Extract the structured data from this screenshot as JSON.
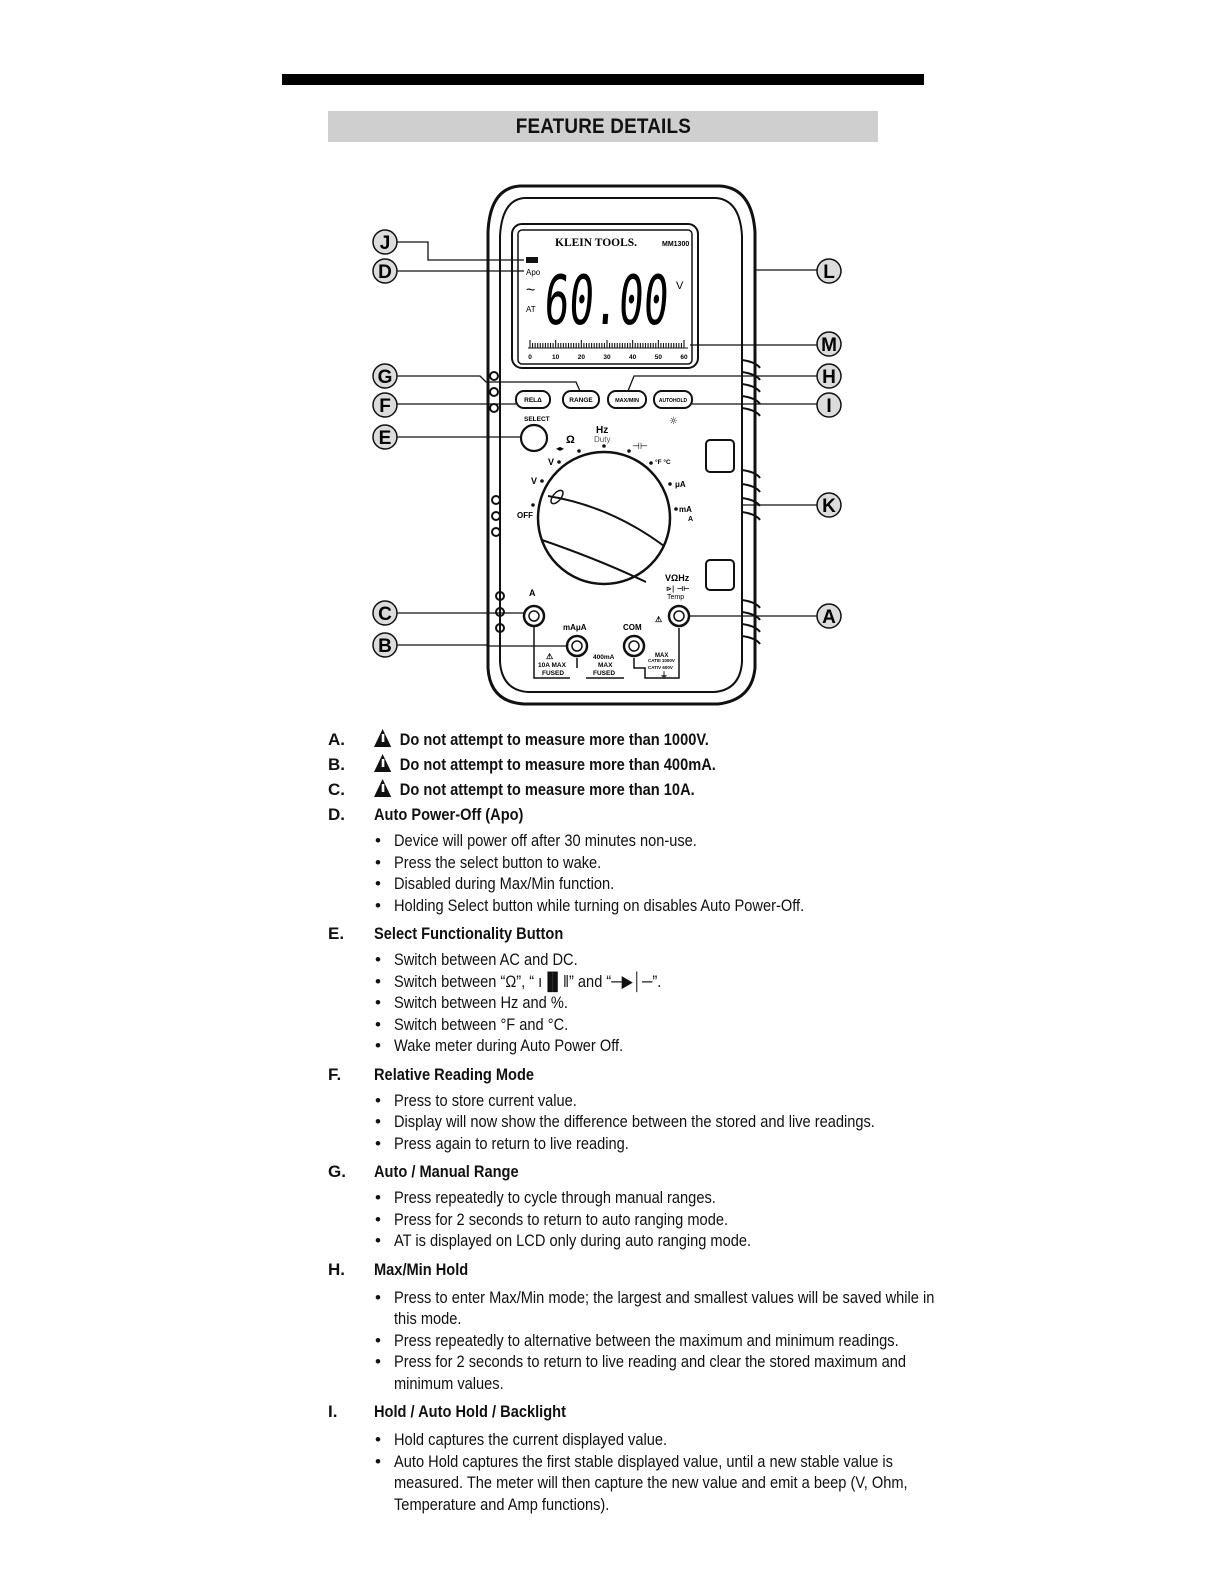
{
  "header": {
    "title": "FEATURE DETAILS"
  },
  "meter": {
    "brand": "KLEIN TOOLS.",
    "model": "MM1300",
    "display_value": "60.00",
    "display_unit": "V",
    "lcd_apo": "Apo",
    "lcd_ac": "~",
    "lcd_at": "AT",
    "scale_ticks": [
      "0",
      "10",
      "20",
      "30",
      "40",
      "50",
      "60"
    ],
    "buttons": {
      "rel": "RELΔ",
      "range": "RANGE",
      "maxmin": "MAX/MIN",
      "autohold": "AUTOHOLD"
    },
    "select_label": "SELECT",
    "dial": {
      "ohm": "Ω",
      "hz": "Hz",
      "duty": "Duty",
      "temp": "°F °C",
      "ua": "μA",
      "ma": "mA",
      "amp": "A",
      "off": "OFF",
      "v": "V"
    },
    "jacks": {
      "a": "A",
      "ma_ua": "mAμA",
      "com": "COM",
      "vhz": "VΩHz",
      "temp": "Temp",
      "fuse_10a": [
        "10A MAX",
        "FUSED"
      ],
      "fuse_400": [
        "400mA",
        "MAX",
        "FUSED"
      ],
      "max": "MAX",
      "cat3": "CATIII 1000V",
      "cat4": "CATIV 600V"
    },
    "callouts": [
      "J",
      "D",
      "G",
      "F",
      "E",
      "C",
      "B",
      "L",
      "M",
      "H",
      "I",
      "K",
      "A"
    ]
  },
  "items": [
    {
      "letter": "A.",
      "warning": true,
      "title": "Do not attempt to measure more than 1000V.",
      "bullets": []
    },
    {
      "letter": "B.",
      "warning": true,
      "title": "Do not attempt to measure more than 400mA.",
      "bullets": []
    },
    {
      "letter": "C.",
      "warning": true,
      "title": "Do not attempt to measure more than 10A.",
      "bullets": []
    },
    {
      "letter": "D.",
      "warning": false,
      "title": "Auto Power-Off (Apo)",
      "bullets": [
        "Device will power off after 30 minutes non-use.",
        "Press the select button to wake.",
        "Disabled during Max/Min function.",
        "Holding Select button while turning on disables Auto Power-Off."
      ]
    },
    {
      "letter": "E.",
      "warning": false,
      "title": "Select Functionality Button",
      "bullets": [
        "Switch between AC and DC.",
        "Switch between “Ω”, “ ı▐▌‖” and “─▶│─”.",
        "Switch between Hz and %.",
        "Switch between °F and °C.",
        "Wake meter during Auto Power Off."
      ]
    },
    {
      "letter": "F.",
      "warning": false,
      "title": "Relative Reading Mode",
      "bullets": [
        "Press to store current value.",
        "Display will now show the difference between the stored and live readings.",
        "Press again to return to live reading."
      ]
    },
    {
      "letter": "G.",
      "warning": false,
      "title": "Auto / Manual Range",
      "bullets": [
        "Press repeatedly to cycle through manual ranges.",
        "Press for 2 seconds to return to auto ranging mode.",
        "AT is displayed on LCD only during auto ranging mode."
      ]
    },
    {
      "letter": "H.",
      "warning": false,
      "title": "Max/Min Hold",
      "bullets": [
        "Press to enter Max/Min mode; the largest and smallest values will be saved while in this mode.",
        "Press repeatedly to alternative between the maximum and minimum readings.",
        "Press for 2 seconds to return to live reading and clear the stored maximum and minimum values."
      ]
    },
    {
      "letter": "I.",
      "warning": false,
      "title": "Hold / Auto Hold / Backlight",
      "bullets": [
        "Hold captures the current displayed value.",
        "Auto Hold captures the first stable displayed value, until a new stable value is measured. The meter will then capture the new value and emit a beep (V, Ohm, Temperature and Amp functions)."
      ]
    }
  ]
}
